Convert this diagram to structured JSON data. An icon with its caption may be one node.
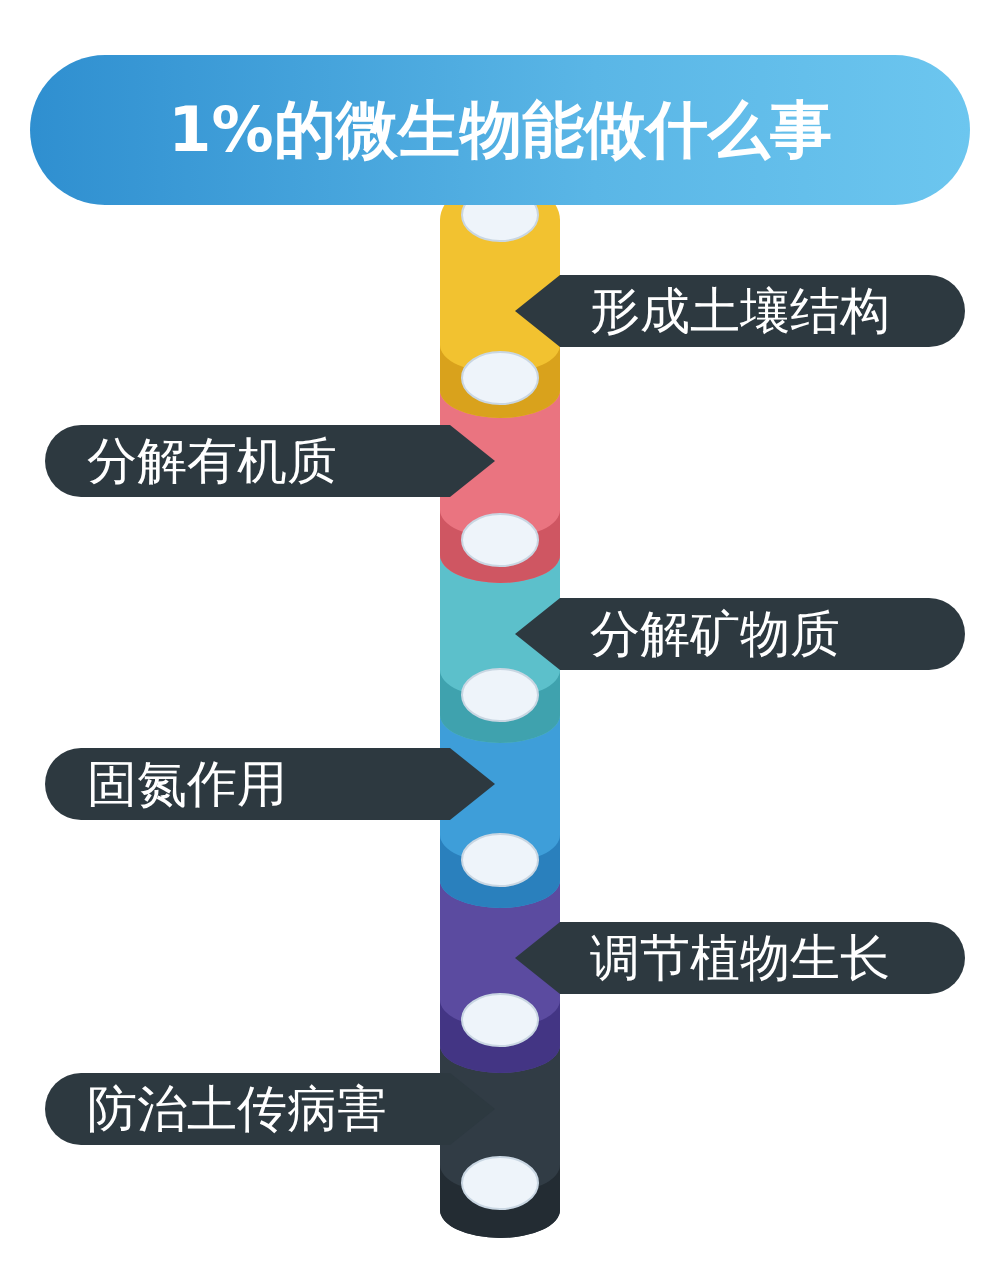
{
  "diagram": {
    "title": "1%的微生物能做什么事",
    "nodes": [
      {
        "text": [
          "形成土壤结构"
        ]
      },
      {
        "text": [
          "分解有机质"
        ]
      },
      {
        "text": [
          "分解矿物质"
        ]
      },
      {
        "text": [
          "固氮作用"
        ]
      },
      {
        "text": [
          "调节植物生长"
        ]
      },
      {
        "text": [
          "防治土传病害"
        ]
      }
    ]
  }
}
